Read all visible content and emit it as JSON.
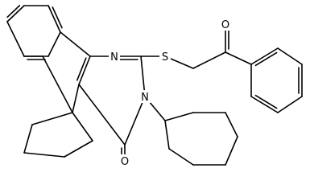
{
  "atoms": [
    {
      "id": "N1",
      "symbol": "N"
    },
    {
      "id": "S1",
      "symbol": "S"
    },
    {
      "id": "O1",
      "symbol": "O"
    },
    {
      "id": "N2",
      "symbol": "N"
    },
    {
      "id": "O2",
      "symbol": "O"
    }
  ],
  "colors": {
    "bond": "#000000",
    "label": "#000000",
    "background": "#ffffff"
  }
}
